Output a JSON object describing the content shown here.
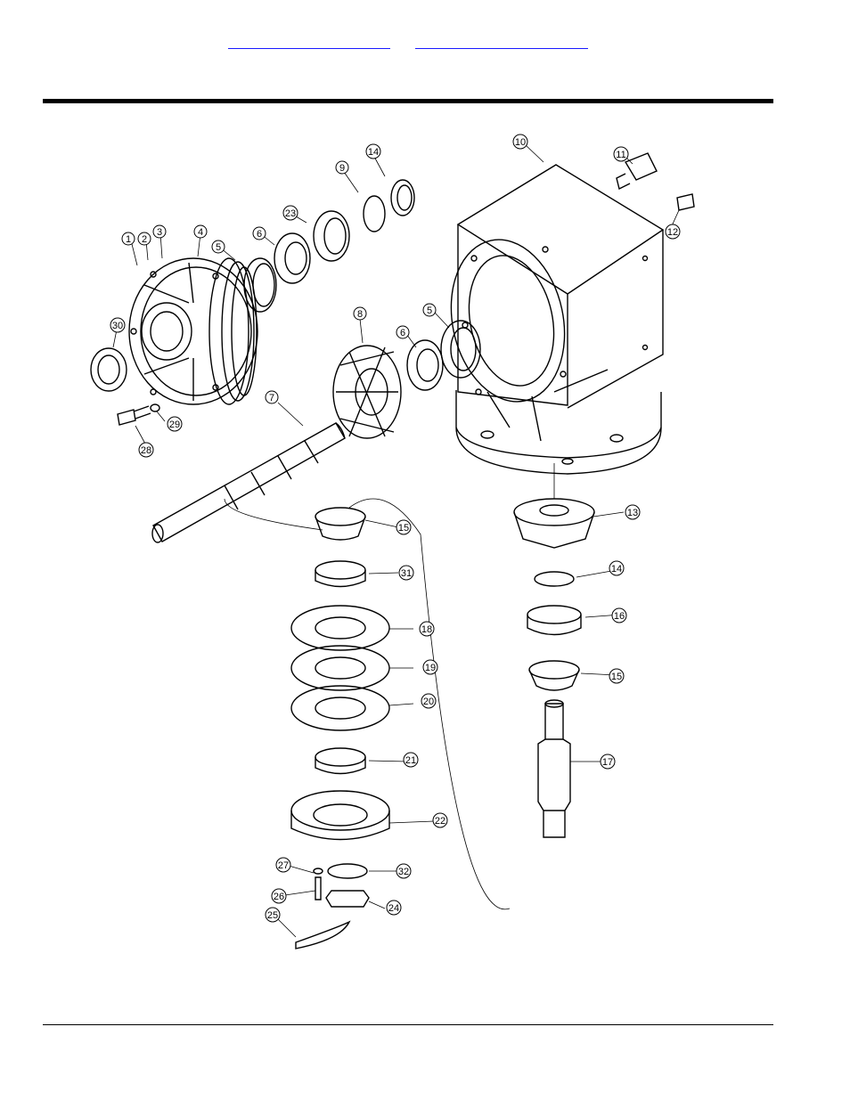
{
  "header": {
    "links": [
      {
        "text": ""
      },
      {
        "text": ""
      }
    ]
  },
  "callouts": [
    "1",
    "2",
    "3",
    "4",
    "5",
    "6",
    "23",
    "9",
    "14",
    "10",
    "11",
    "12",
    "30",
    "29",
    "28",
    "7",
    "8",
    "5",
    "6",
    "13",
    "15",
    "31",
    "14",
    "16",
    "18",
    "19",
    "15",
    "20",
    "17",
    "21",
    "22",
    "27",
    "32",
    "26",
    "24",
    "25"
  ]
}
